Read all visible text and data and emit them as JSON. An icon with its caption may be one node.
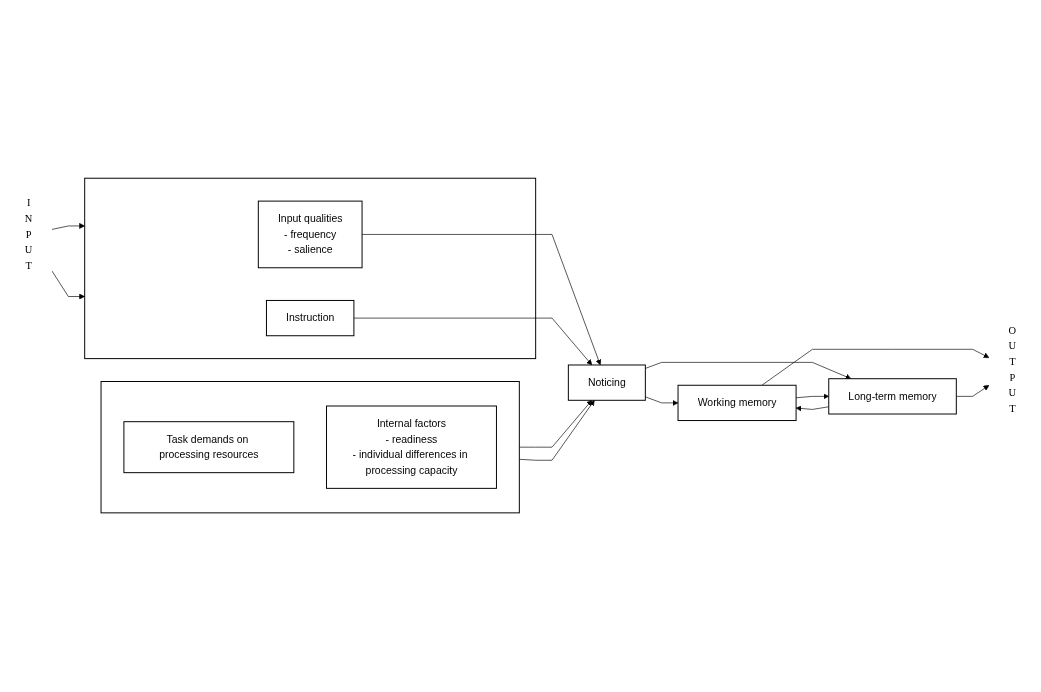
{
  "diagram": {
    "nodes": [
      {
        "text": [
          "I N P U T"
        ]
      },
      {
        "text": [],
        "shape": "box"
      },
      {
        "text": [
          "Input qualities",
          "- frequency",
          "- salience"
        ],
        "in": 1
      },
      {
        "text": [
          "Instruction"
        ],
        "in": 1
      },
      {
        "text": [
          "Noticing"
        ]
      },
      {
        "text": [
          "Working memory"
        ]
      },
      {
        "text": [
          "Long-term memory"
        ]
      },
      {
        "text": [
          "O U T P U T"
        ]
      },
      {
        "text": [],
        "shape": "box"
      },
      {
        "text": [
          "Task demands on processing resources"
        ],
        "in": 8
      },
      {
        "text": [
          "Internal factors",
          "- readiness",
          "- individual differences in processing capacity"
        ],
        "in": 8
      }
    ],
    "edges": [
      {
        "from": 0,
        "to": 1,
        "arrow": "to"
      },
      {
        "from": 0,
        "to": 1,
        "arrow": "to"
      },
      {
        "from": 2,
        "to": 4,
        "arrow": "to"
      },
      {
        "from": 3,
        "to": 4,
        "arrow": "to"
      },
      {
        "from": 8,
        "to": 4,
        "arrow": "to"
      },
      {
        "from": 8,
        "to": 4,
        "arrow": "to"
      },
      {
        "from": 4,
        "to": 5,
        "arrow": "to"
      },
      {
        "from": 4,
        "to": 6,
        "arrow": "to"
      },
      {
        "from": 6,
        "to": 5,
        "arrow": "to"
      },
      {
        "from": 5,
        "to": 6,
        "arrow": "to"
      },
      {
        "from": 5,
        "to": 7,
        "arrow": "to"
      },
      {
        "from": 6,
        "to": 7,
        "arrow": "to"
      }
    ]
  }
}
